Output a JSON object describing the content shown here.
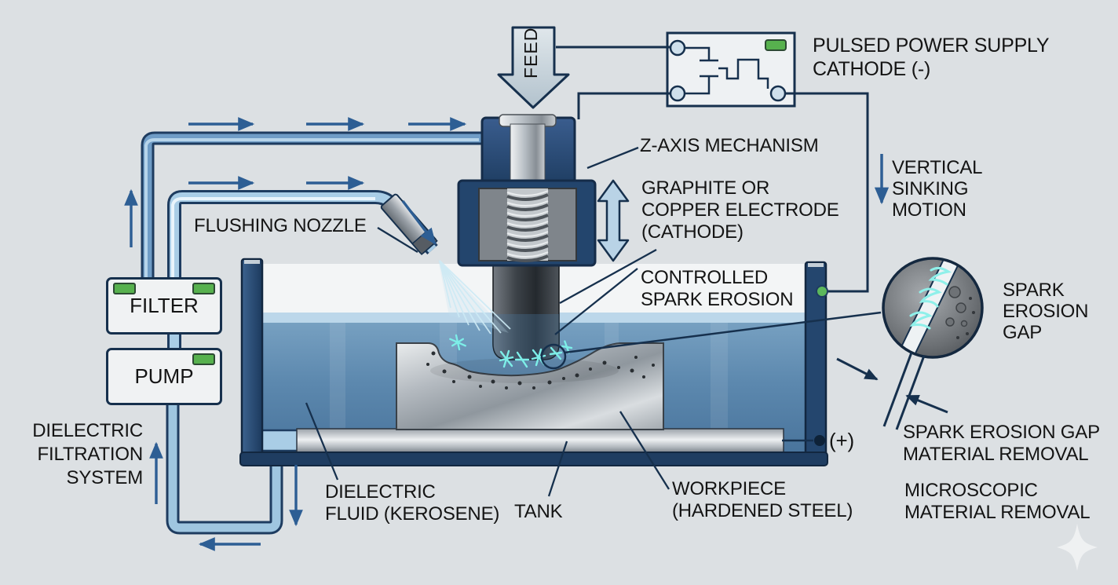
{
  "diagram": {
    "subject": "EDM sinker machining process schematic"
  },
  "labels": {
    "feed": "FEED",
    "pulsed_power_supply": "PULSED POWER SUPPLY\nCATHODE (-)",
    "z_axis_mechanism": "Z-AXIS MECHANISM",
    "electrode": "GRAPHITE OR\nCOPPER ELECTRODE\n(CATHODE)",
    "vertical_sinking_motion": "VERTICAL\nSINKING\nMOTION",
    "controlled_spark_erosion": "CONTROLLED\nSPARK EROSION",
    "spark_erosion_gap": "SPARK\nEROSION\nGAP",
    "flushing_nozzle": "FLUSHING NOZZLE",
    "filter": "FILTER",
    "pump": "PUMP",
    "dielectric_filtration_system": "DIELECTRIC\nFILTRATION\nSYSTEM",
    "dielectric_fluid": "DIELECTRIC\nFLUID (KEROSENE)",
    "tank": "TANK",
    "workpiece": "WORKPIECE\n(HARDENED STEEL)",
    "spark_gap_material_removal": "SPARK EROSION GAP\nMATERIAL REMOVAL",
    "microscopic_material_removal": "MICROSCOPIC\nMATERIAL REMOVAL",
    "anode_plus": "(+)"
  },
  "colors": {
    "background": "#dce0e3",
    "outline_navy": "#16304d",
    "flow_arrow_blue": "#2d5e94",
    "pipe_light_blue": "#a9cde6",
    "fluid_top": "#7ba4c4",
    "fluid_bottom": "#49749c",
    "led_green": "#57b14e",
    "spark_cyan": "#7deee8",
    "housing_blue": "#2c4f7c",
    "metal_light": "#d5dadd",
    "text": "#141414"
  }
}
